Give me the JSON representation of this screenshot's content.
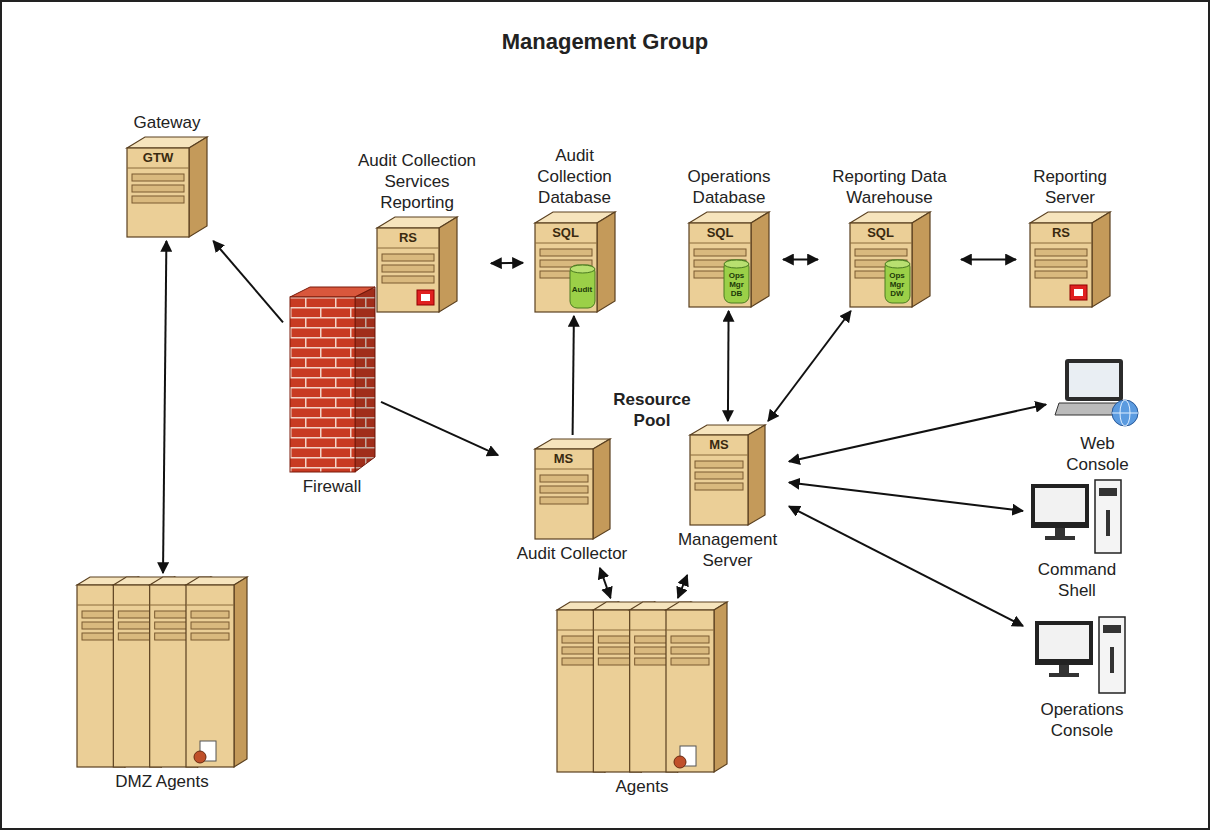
{
  "diagram": {
    "nodes": [
      {
        "text": [
          "Management Group"
        ]
      },
      {
        "text": [
          "Gateway",
          "GTW"
        ],
        "in": 0
      },
      {
        "text": [
          "Audit Collection Services Reporting",
          "RS"
        ],
        "in": 0
      },
      {
        "text": [
          "Audit Collection Database",
          "SQL",
          "Audit"
        ],
        "in": 0
      },
      {
        "text": [
          "Operations Database",
          "SQL",
          "Ops Mgr DB"
        ],
        "in": 0
      },
      {
        "text": [
          "Reporting Data Warehouse",
          "SQL",
          "Ops Mgr DW"
        ],
        "in": 0
      },
      {
        "text": [
          "Reporting Server",
          "RS"
        ],
        "in": 0
      },
      {
        "text": [
          "Resource Pool"
        ],
        "in": 0
      },
      {
        "text": [
          "Audit Collector",
          "MS"
        ],
        "in": 7
      },
      {
        "text": [
          "Management Server",
          "MS"
        ],
        "in": 7
      },
      {
        "text": [
          "Firewall"
        ],
        "in": 0
      },
      {
        "text": [
          "Web Console"
        ],
        "in": 0
      },
      {
        "text": [
          "Command Shell"
        ],
        "in": 0
      },
      {
        "text": [
          "Operations Console"
        ],
        "in": 0
      },
      {
        "text": [
          "DMZ Agents"
        ],
        "in": 0
      },
      {
        "text": [
          "Agents"
        ],
        "in": 0
      }
    ],
    "edges": [
      {
        "from": 1,
        "to": 14,
        "arrow": "both"
      },
      {
        "from": 10,
        "to": 1,
        "arrow": "to"
      },
      {
        "from": 10,
        "to": 8,
        "arrow": "to"
      },
      {
        "from": 2,
        "to": 3,
        "arrow": "both"
      },
      {
        "from": 8,
        "to": 3,
        "arrow": "to"
      },
      {
        "from": 4,
        "to": 5,
        "arrow": "both"
      },
      {
        "from": 5,
        "to": 6,
        "arrow": "both"
      },
      {
        "from": 4,
        "to": 9,
        "arrow": "both"
      },
      {
        "from": 5,
        "to": 9,
        "arrow": "both"
      },
      {
        "from": 9,
        "to": 11,
        "arrow": "both"
      },
      {
        "from": 9,
        "to": 12,
        "arrow": "both"
      },
      {
        "from": 9,
        "to": 13,
        "arrow": "both"
      },
      {
        "from": 8,
        "to": 15,
        "arrow": "both"
      },
      {
        "from": 9,
        "to": 15,
        "arrow": "both"
      }
    ]
  }
}
